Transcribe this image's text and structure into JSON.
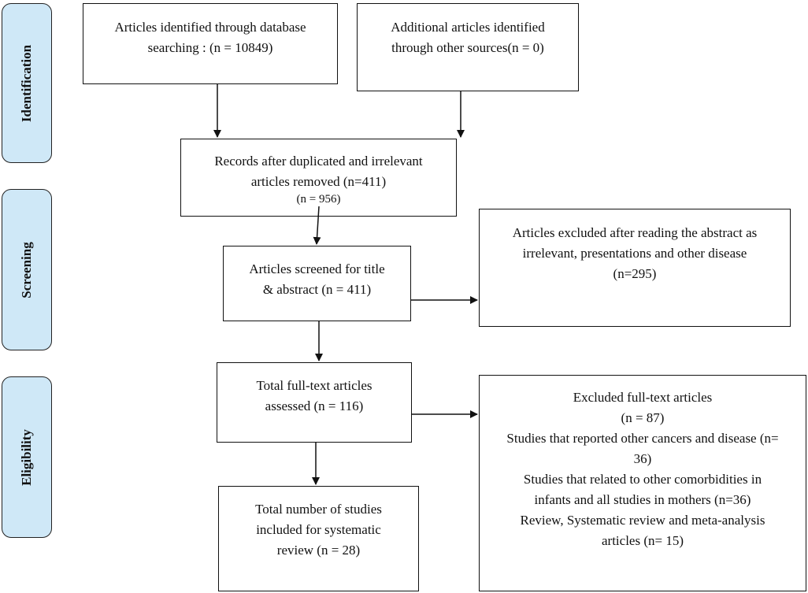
{
  "stages": {
    "identification": "Identification",
    "screening": "Screening",
    "eligibility": "Eligibility"
  },
  "boxes": {
    "database": [
      "Articles identified through database",
      "searching : (n = 10849)"
    ],
    "other_sources": [
      "Additional articles identified",
      "through other sources(n = 0)"
    ],
    "after_duplicates": [
      "Records after duplicated and irrelevant",
      "articles removed (n=411)",
      "(n = 956)"
    ],
    "screened": [
      "Articles screened for title",
      "& abstract (n = 411)"
    ],
    "excluded_abstract": [
      "Articles excluded after reading the abstract as",
      "irrelevant, presentations and other disease",
      "(n=295)"
    ],
    "full_text": [
      "Total full-text articles",
      "assessed (n = 116)"
    ],
    "excluded_full_text": [
      "Excluded full-text articles",
      "(n = 87)",
      "Studies that reported other cancers and disease (n=",
      "36)",
      "Studies that related to other comorbidities in",
      "infants and all studies in mothers (n=36)",
      "Review, Systematic review and meta-analysis",
      "articles (n= 15)"
    ],
    "included": [
      "Total number of studies",
      "included for systematic",
      "review (n = 28)"
    ]
  }
}
